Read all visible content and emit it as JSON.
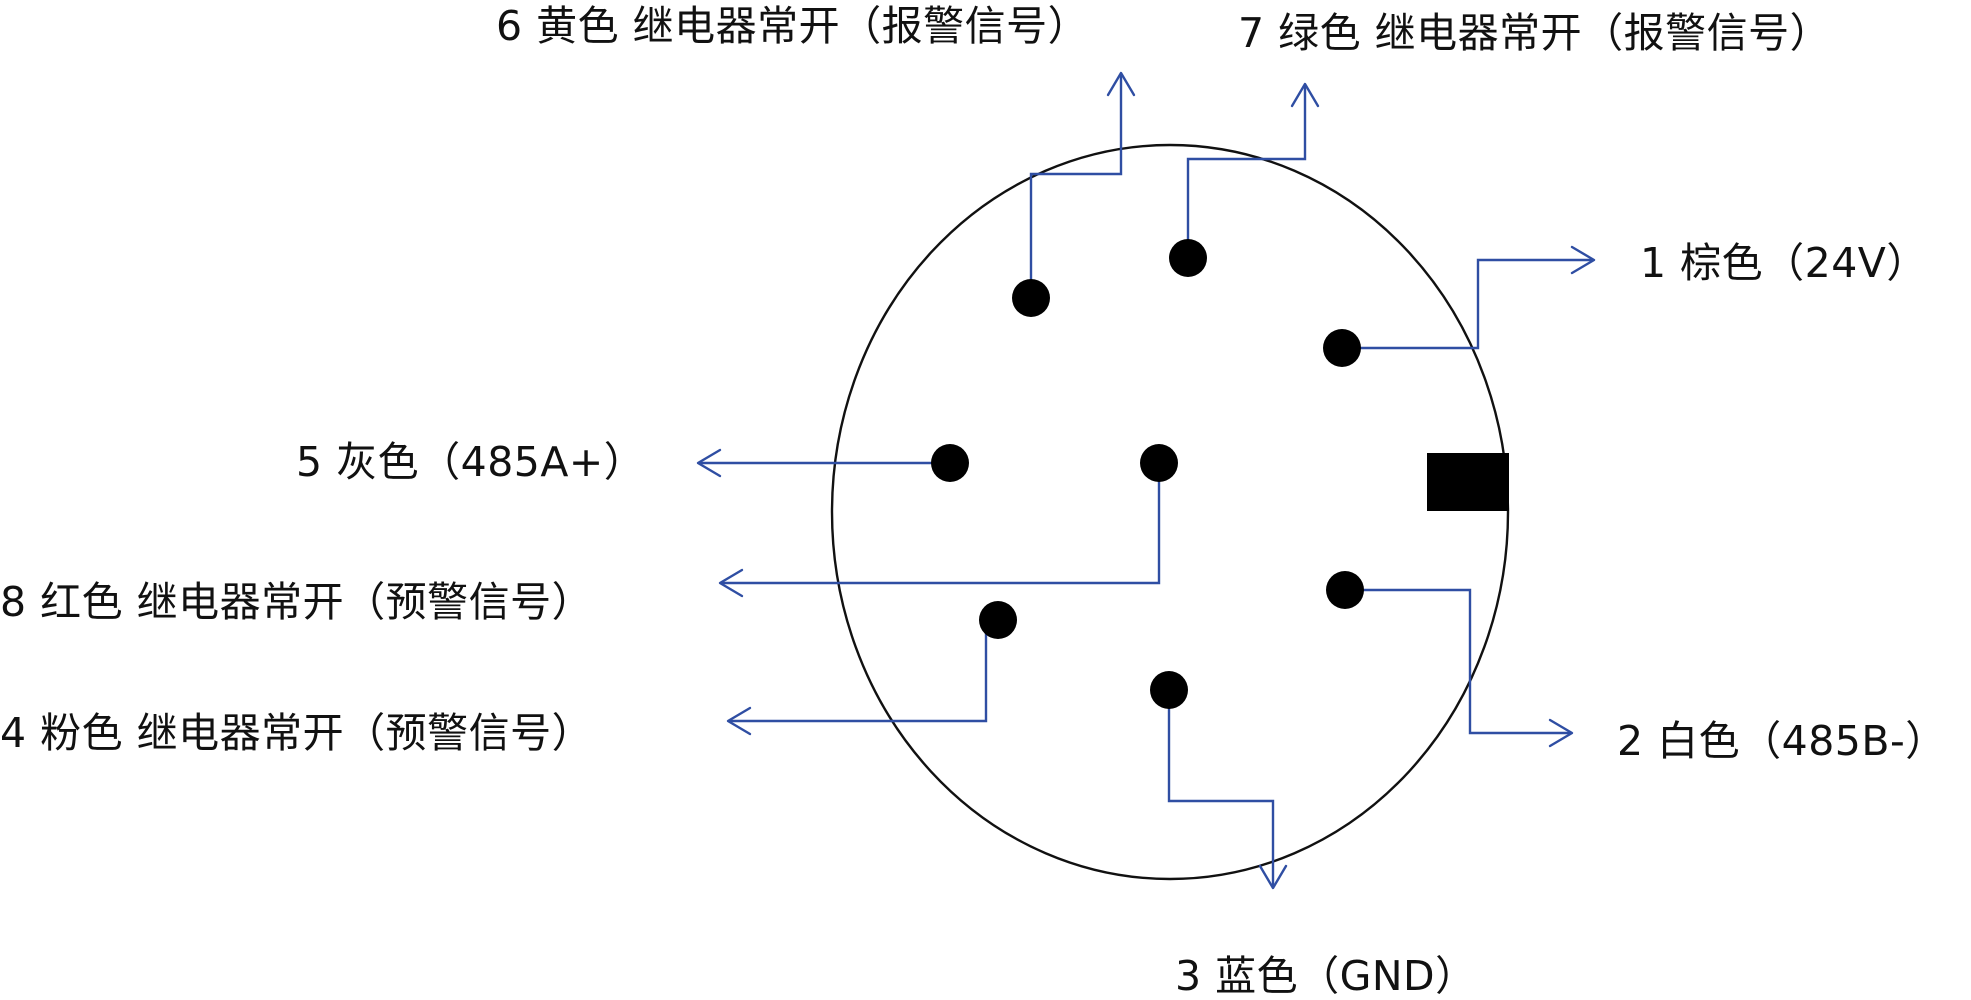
{
  "colors": {
    "wire": "#2f4ea3",
    "outline": "#111111",
    "pin": "#000000",
    "key": "#000000",
    "text": "#111111",
    "background": "#ffffff"
  },
  "pins": [
    {
      "id": "6",
      "label": "6 黄色 继电器常开（报警信号）"
    },
    {
      "id": "7",
      "label": "7 绿色 继电器常开（报警信号）"
    },
    {
      "id": "1",
      "label": "1 棕色（24V）"
    },
    {
      "id": "5",
      "label": "5 灰色（485A+）"
    },
    {
      "id": "8",
      "label": "8 红色 继电器常开（预警信号）"
    },
    {
      "id": "4",
      "label": "4 粉色 继电器常开（预警信号）"
    },
    {
      "id": "2",
      "label": "2 白色（485B-）"
    },
    {
      "id": "3",
      "label": "3 蓝色（GND）"
    }
  ]
}
